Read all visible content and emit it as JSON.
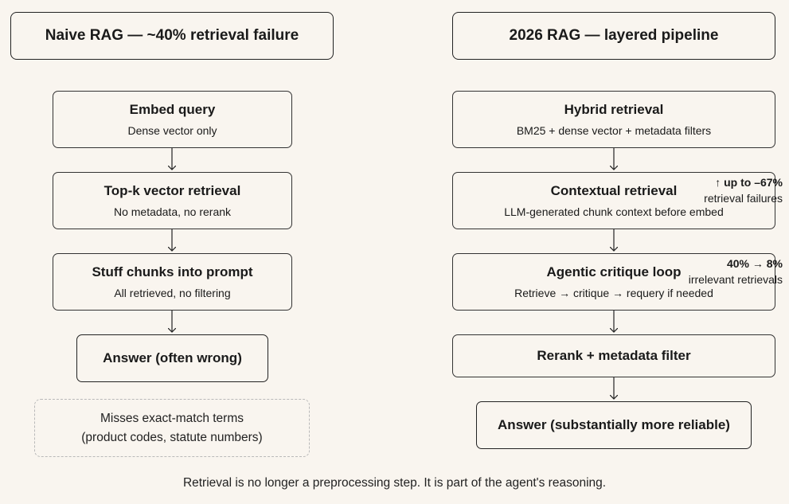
{
  "left": {
    "header": "Naive RAG — ~40% retrieval failure",
    "steps": [
      {
        "title": "Embed query",
        "sub": "Dense vector only"
      },
      {
        "title": "Top-k vector retrieval",
        "sub": "No metadata, no rerank"
      },
      {
        "title": "Stuff chunks into prompt",
        "sub": "All retrieved, no filtering"
      }
    ],
    "answer": "Answer (often wrong)",
    "note_line1": "Misses exact-match terms",
    "note_line2": "(product codes, statute numbers)"
  },
  "right": {
    "header": "2026 RAG — layered pipeline",
    "steps": [
      {
        "title": "Hybrid retrieval",
        "sub": "BM25 + dense vector + metadata filters"
      },
      {
        "title": "Contextual retrieval",
        "sub": "LLM-generated chunk context before embed"
      },
      {
        "title": "Agentic critique loop",
        "sub": "Retrieve → critique → requery if needed"
      },
      {
        "title": "Rerank + metadata filter",
        "sub": ""
      }
    ],
    "answer": "Answer (substantially more reliable)",
    "annotations": [
      {
        "line1": "↑ up to –67%",
        "line2": "retrieval failures"
      },
      {
        "line1": "40% → 8%",
        "line2": "irrelevant retrievals"
      }
    ]
  },
  "footer": "Retrieval is no longer a preprocessing step. It is part of the agent's reasoning."
}
